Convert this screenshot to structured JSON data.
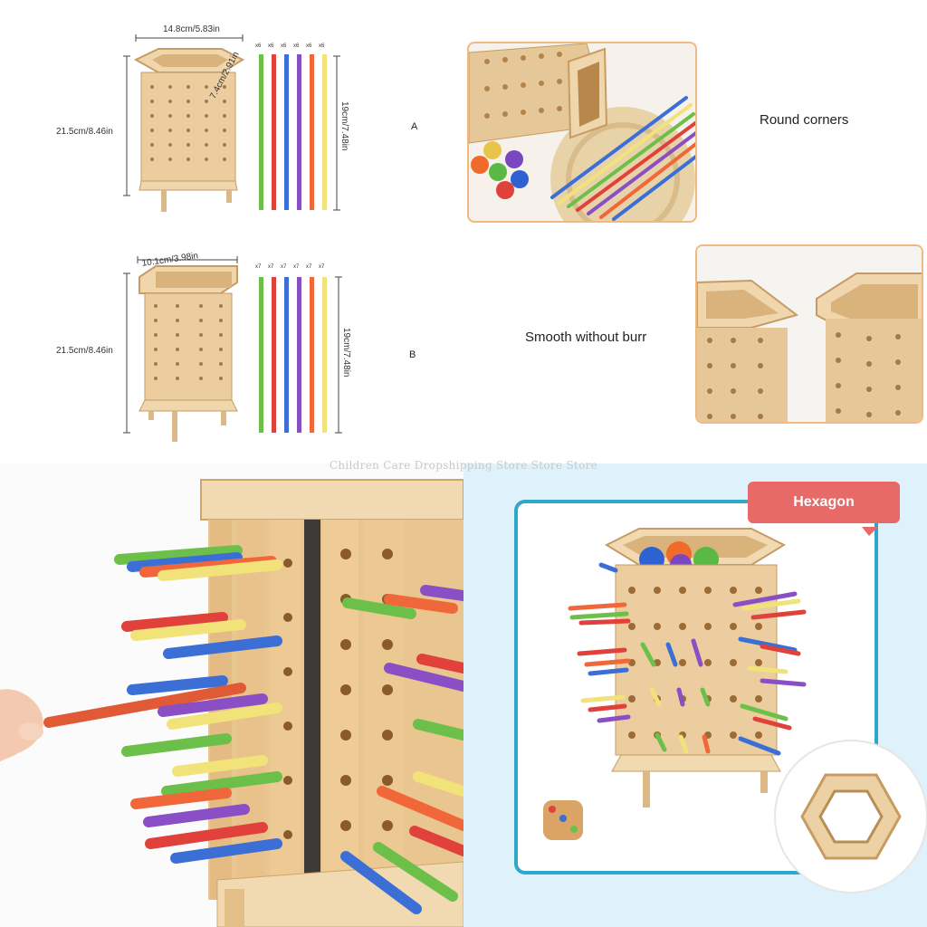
{
  "product_a": {
    "width_label": "14.8cm/5.83in",
    "depth_label": "7.4cm/2.91in",
    "height_label": "21.5cm/8.46in",
    "stick_length_label": "19cm/7.48in",
    "stick_count_label": "x6",
    "variant_letter": "A"
  },
  "product_b": {
    "width_label": "10.1cm/3.98in",
    "height_label": "21.5cm/8.46in",
    "stick_length_label": "19cm/7.48in",
    "stick_count_label": "x7",
    "variant_letter": "B"
  },
  "features": {
    "round_corners": "Round corners",
    "smooth": "Smooth without burr",
    "hexagon": "Hexagon"
  },
  "watermark": "Children Care Dropshipping Store Store Store",
  "colors": {
    "wood": "#e8c99a",
    "wood_dark": "#c89a5e",
    "accent_orange": "#f2b882",
    "callout_red": "#e86a68",
    "blue_panel": "#dff2fb",
    "panel_border": "#2fa7c9"
  }
}
